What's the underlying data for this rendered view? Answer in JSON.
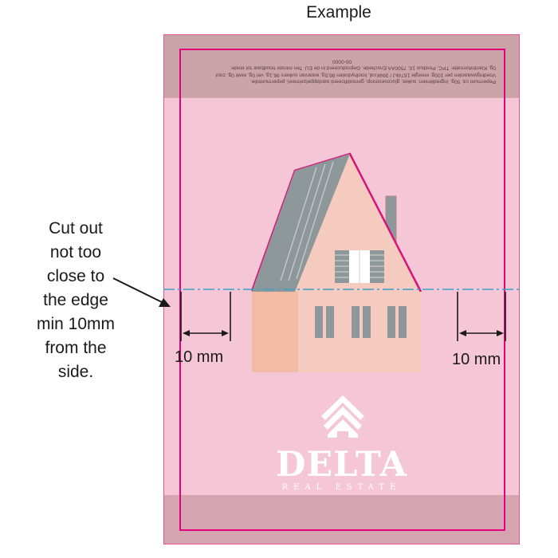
{
  "title": "Example",
  "side_note_lines": [
    "Cut out",
    "not too",
    "close to",
    "the edge",
    "min 10mm",
    "from the",
    "side."
  ],
  "measure_left": "10 mm",
  "measure_right": "10 mm",
  "info_lines": [
    "Pepermunt ca. 50g. Ingrediënten: suiker, glucosestroop, gemodificeerd aardappelzetmeel, pepermuntolie.",
    "Voedingswaarden per 100g: energie 1674kJ / 394Kcal, koolhydraten 98,5g, waarvan suikers 96,1g, vet 0g, eiwit 0g, zout",
    "0g. Klantinformatie: TPC, Postbus 10, 7500AA Enschede. Geproduceerd in de EU. Ten minste houdbaar tot einde:",
    "00-0000"
  ],
  "logo": {
    "name": "DELTA",
    "subtitle": "REAL ESTATE"
  },
  "colors": {
    "sheet": "#f5c7d6",
    "band": "#caa4a8",
    "safe_zone_line": "#e6007e",
    "cut_line": "#3aa0c8",
    "roof": "#8e989a",
    "wall": "#f5cabf",
    "wall_shadow": "#f3bba3"
  }
}
